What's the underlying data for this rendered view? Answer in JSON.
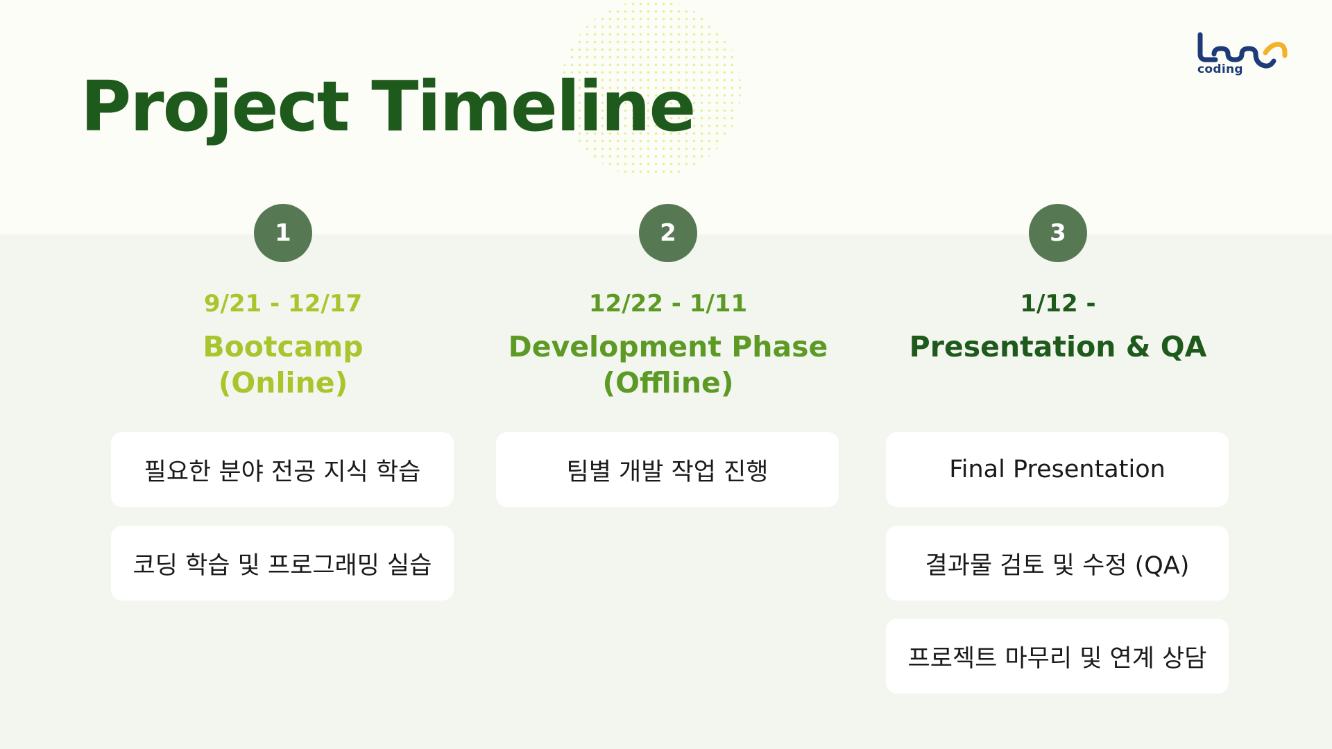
{
  "slide": {
    "title": "Project Timeline"
  },
  "logo": {
    "word": "coding",
    "colors": {
      "primary": "#1e3a78",
      "accent": "#f2b22c"
    }
  },
  "colors": {
    "title": "#1f5a1d",
    "badge": "#567852",
    "phase1": "#a9c52e",
    "phase2": "#5d9a25",
    "phase3": "#1f5a1d",
    "band": "#f3f6ee",
    "background": "#fcfdf7"
  },
  "phases": [
    {
      "number": "1",
      "dates": "9/21 - 12/17",
      "name_line1": "Bootcamp",
      "name_line2": "(Online)",
      "tasks": [
        "필요한 분야 전공 지식 학습",
        "코딩 학습 및 프로그래밍 실습"
      ]
    },
    {
      "number": "2",
      "dates": "12/22 - 1/11",
      "name_line1": "Development Phase",
      "name_line2": "(Offline)",
      "tasks": [
        "팀별 개발 작업 진행"
      ]
    },
    {
      "number": "3",
      "dates": "1/12 -",
      "name_line1": "Presentation & QA",
      "name_line2": "",
      "tasks": [
        "Final Presentation",
        "결과물 검토 및 수정 (QA)",
        "프로젝트 마무리 및 연계 상담"
      ]
    }
  ]
}
